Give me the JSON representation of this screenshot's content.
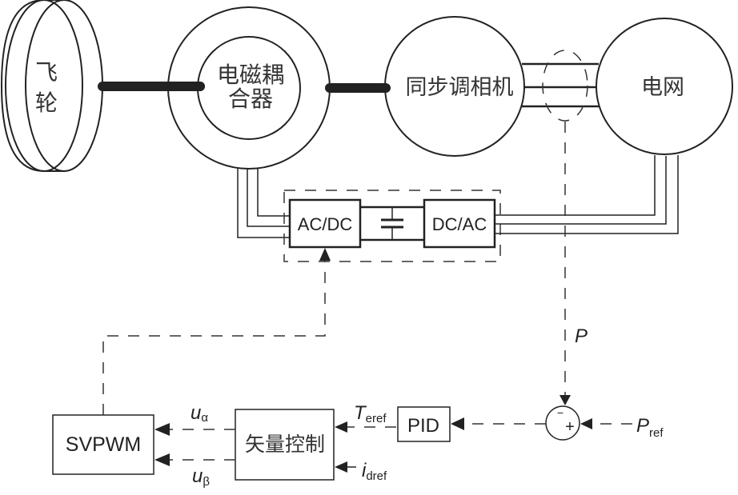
{
  "diagram": {
    "nodes": {
      "flywheel": {
        "label_line1": "飞",
        "label_line2": "轮"
      },
      "coupler": {
        "label_line1": "电磁耦",
        "label_line2": "合器"
      },
      "condenser": {
        "label": "同步调相机"
      },
      "grid": {
        "label": "电网"
      },
      "rectifier": {
        "label": "AC/DC"
      },
      "inverter": {
        "label": "DC/AC"
      },
      "svpwm": {
        "label": "SVPWM"
      },
      "vector_control": {
        "label": "矢量控制"
      },
      "pid": {
        "label": "PID"
      },
      "summer": {
        "minus": "−",
        "plus": "+"
      }
    },
    "signals": {
      "p": "P",
      "p_ref": {
        "main": "P",
        "sub": "ref"
      },
      "t_eref": {
        "main": "T",
        "sub": "eref"
      },
      "i_dref": {
        "main": "i",
        "sub": "dref"
      },
      "u_alpha": {
        "main": "u",
        "sub": "α"
      },
      "u_beta": {
        "main": "u",
        "sub": "β"
      }
    }
  }
}
